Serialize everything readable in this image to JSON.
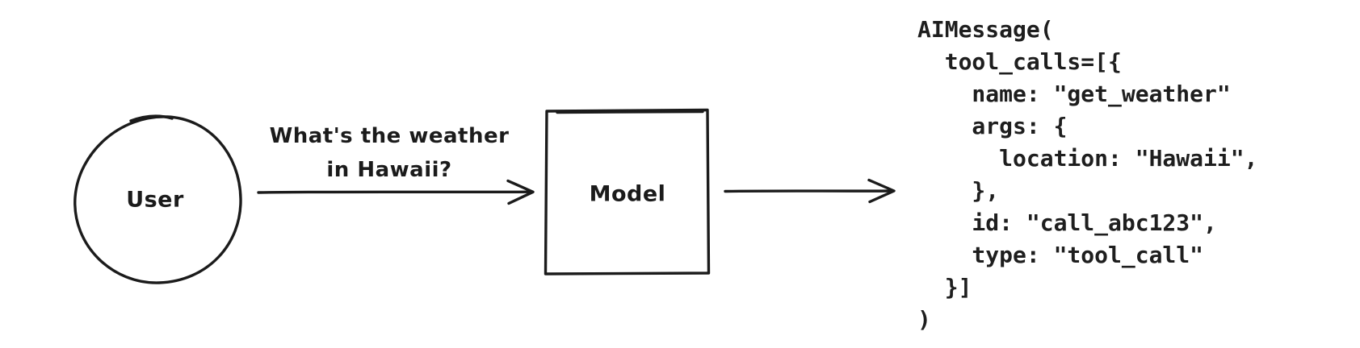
{
  "diagram": {
    "background_color": "#ffffff",
    "stroke_color": "#1b1b1b",
    "nodes": {
      "user": {
        "label": "User",
        "shape": "circle"
      },
      "model": {
        "label": "Model",
        "shape": "rectangle"
      }
    },
    "edges": {
      "user_to_model": {
        "label_line1": "What's the weather",
        "label_line2": "in Hawaii?"
      },
      "model_to_output": {
        "label": ""
      }
    },
    "output_code": "AIMessage(\n  tool_calls=[{\n    name: \"get_weather\"\n    args: {\n      location: \"Hawaii\",\n    },\n    id: \"call_abc123\",\n    type: \"tool_call\"\n  }]\n)"
  }
}
